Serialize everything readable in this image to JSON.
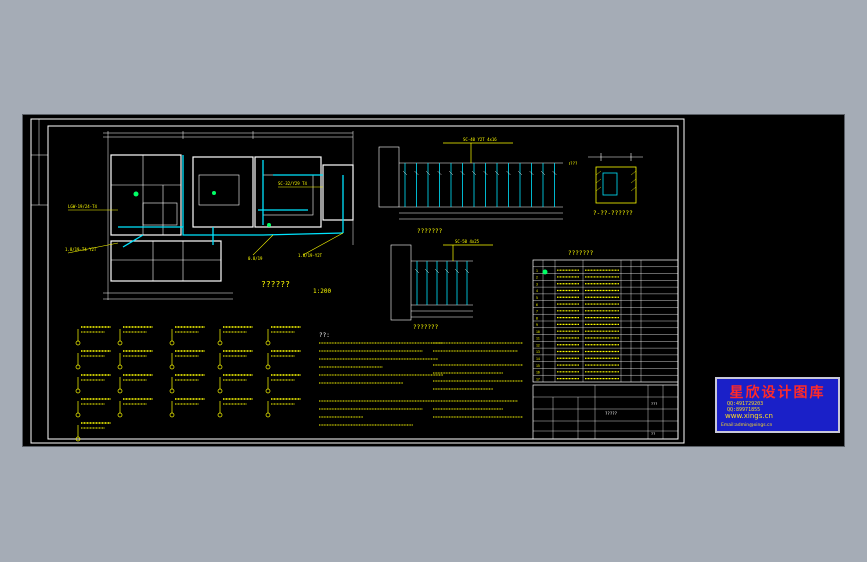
{
  "colors": {
    "background": "#a5acb6",
    "viewport": "#000000",
    "frame": "#ffffff",
    "yellow": "#ffff00",
    "cyan": "#00e5ff",
    "green": "#00ff66",
    "stamp_bg": "#1a20c8",
    "stamp_red": "#ff2a2a"
  },
  "drawing": {
    "plan_title": "??????",
    "plan_scale": "1:200",
    "system_title": "???????",
    "table_title": "???????",
    "detail_title": "???????",
    "notes_title": "??:",
    "section_title": "?-??-??????",
    "elevation_label": "?????",
    "hdr_label": "Ⅰ???"
  },
  "title_block": {
    "drawing_no": "?????",
    "scale_label": "???",
    "sheet_label": "??"
  },
  "watermark": {
    "title": "星欣设计图库",
    "qq_line": "QQ:491729203",
    "qq_line2": "QQ:89971855",
    "site": "www.xings.cn",
    "email": "Email:admin@xings.cn"
  },
  "legend_rows": [
    "1",
    "2",
    "3",
    "4",
    "5",
    "6",
    "7",
    "8",
    "9",
    "10",
    "11",
    "12",
    "13",
    "14",
    "15",
    "16",
    "17"
  ]
}
